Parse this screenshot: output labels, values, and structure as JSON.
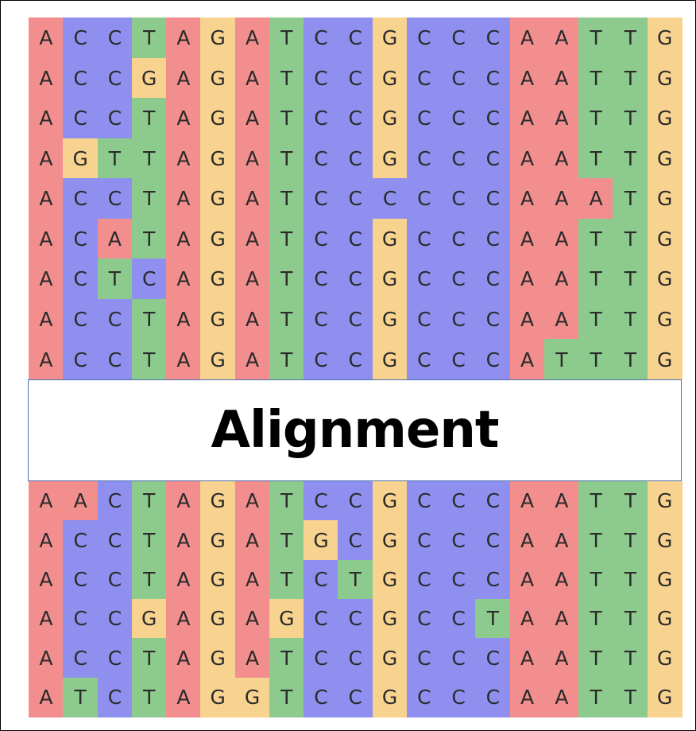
{
  "title": "Alignment",
  "base_colors": {
    "A": "#f28e8e",
    "C": "#8f8ff0",
    "G": "#f8d38f",
    "T": "#8dca8d"
  },
  "alignment_top": [
    "ACCTAGATCCGCCCAATTG",
    "ACCGAGATCCGCCCAATTG",
    "ACCTAGATCCGCCCAATTG",
    "AGTTAGATCCGCCCAATTG",
    "ACCTAGATCCCCCCAAATG",
    "ACATAGATCCGCCCAATTG",
    "ACTCAGATCCGCCCAATTG",
    "ACCTAGATCCGCCCAATTG",
    "ACCTAGATCCGCCCATTTG"
  ],
  "alignment_bottom": [
    "AACTAGATCCGCCCAATTG",
    "ACCTAGATGCGCCCAATTG",
    "ACCTAGATCTGCCCAATTG",
    "ACCGAGAGCCGCCTAATTG",
    "ACCTAGATCCGCCCAATTG",
    "ATCTAGGTCCGCCCAATTG"
  ]
}
